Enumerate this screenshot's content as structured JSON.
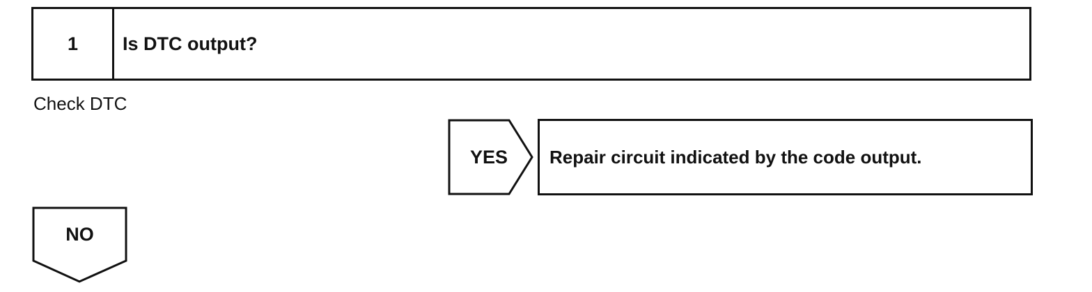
{
  "step": {
    "number": "1",
    "question": "Is DTC output?",
    "note": "Check DTC"
  },
  "branches": {
    "yes": {
      "label": "YES",
      "action": "Repair circuit indicated by the code output."
    },
    "no": {
      "label": "NO"
    }
  },
  "colors": {
    "line": "#111111",
    "background": "#ffffff"
  }
}
